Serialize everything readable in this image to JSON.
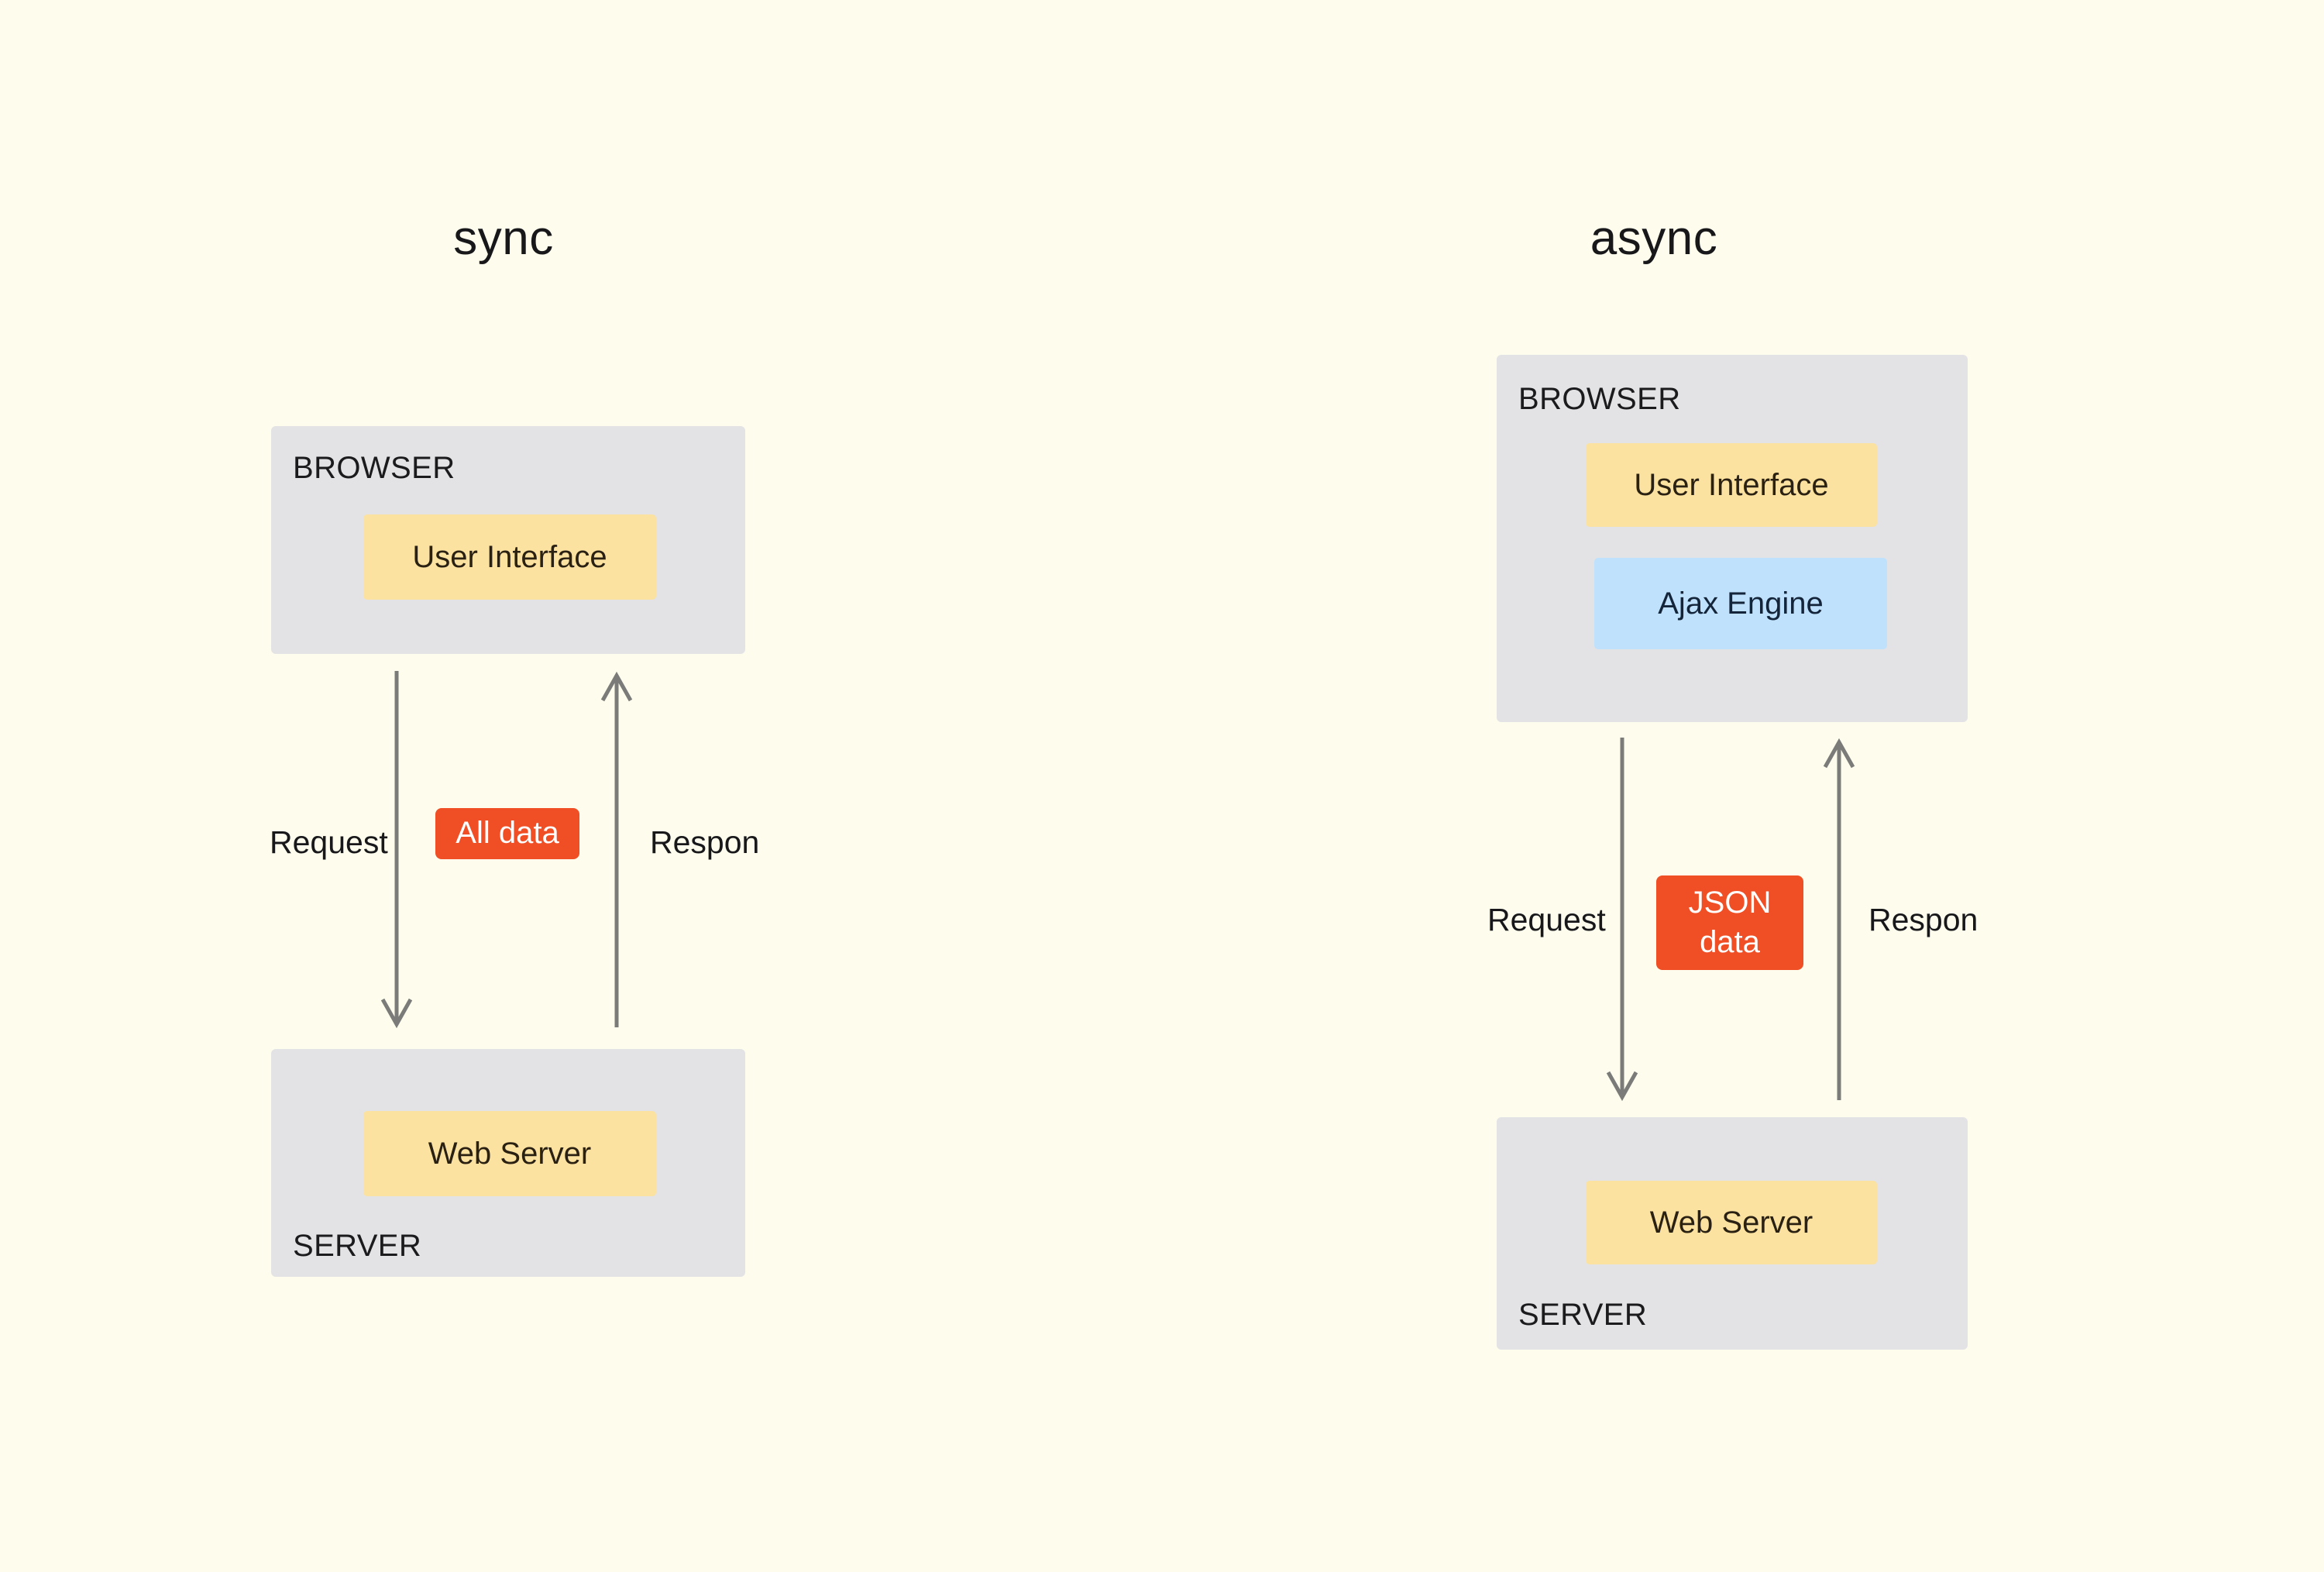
{
  "page": {
    "background_color": "#FEFCEC",
    "text_color": "#18181B"
  },
  "palette": {
    "zone_gray": "#E3E3E5",
    "chip_yellow": "#FBE2A0",
    "chip_blue": "#BFE1FC",
    "badge_red": "#F04E24",
    "arrow_gray": "#7B7B79",
    "background": "#FEFCEC"
  },
  "diagrams": [
    {
      "id": "sync",
      "title": "sync",
      "browser": {
        "label": "BROWSER",
        "components": [
          {
            "label": "User Interface",
            "color": "#FBE2A0"
          }
        ]
      },
      "flow": {
        "request_label": "Request",
        "response_label": "Respon",
        "badge_lines": [
          "All data"
        ]
      },
      "server": {
        "label": "SERVER",
        "components": [
          {
            "label": "Web Server",
            "color": "#FBE2A0"
          }
        ]
      }
    },
    {
      "id": "async",
      "title": "async",
      "browser": {
        "label": "BROWSER",
        "components": [
          {
            "label": "User Interface",
            "color": "#FBE2A0"
          },
          {
            "label": "Ajax Engine",
            "color": "#BFE1FC"
          }
        ]
      },
      "flow": {
        "request_label": "Request",
        "response_label": "Respon",
        "badge_lines": [
          "JSON",
          "data"
        ]
      },
      "server": {
        "label": "SERVER",
        "components": [
          {
            "label": "Web Server",
            "color": "#FBE2A0"
          }
        ]
      }
    }
  ]
}
